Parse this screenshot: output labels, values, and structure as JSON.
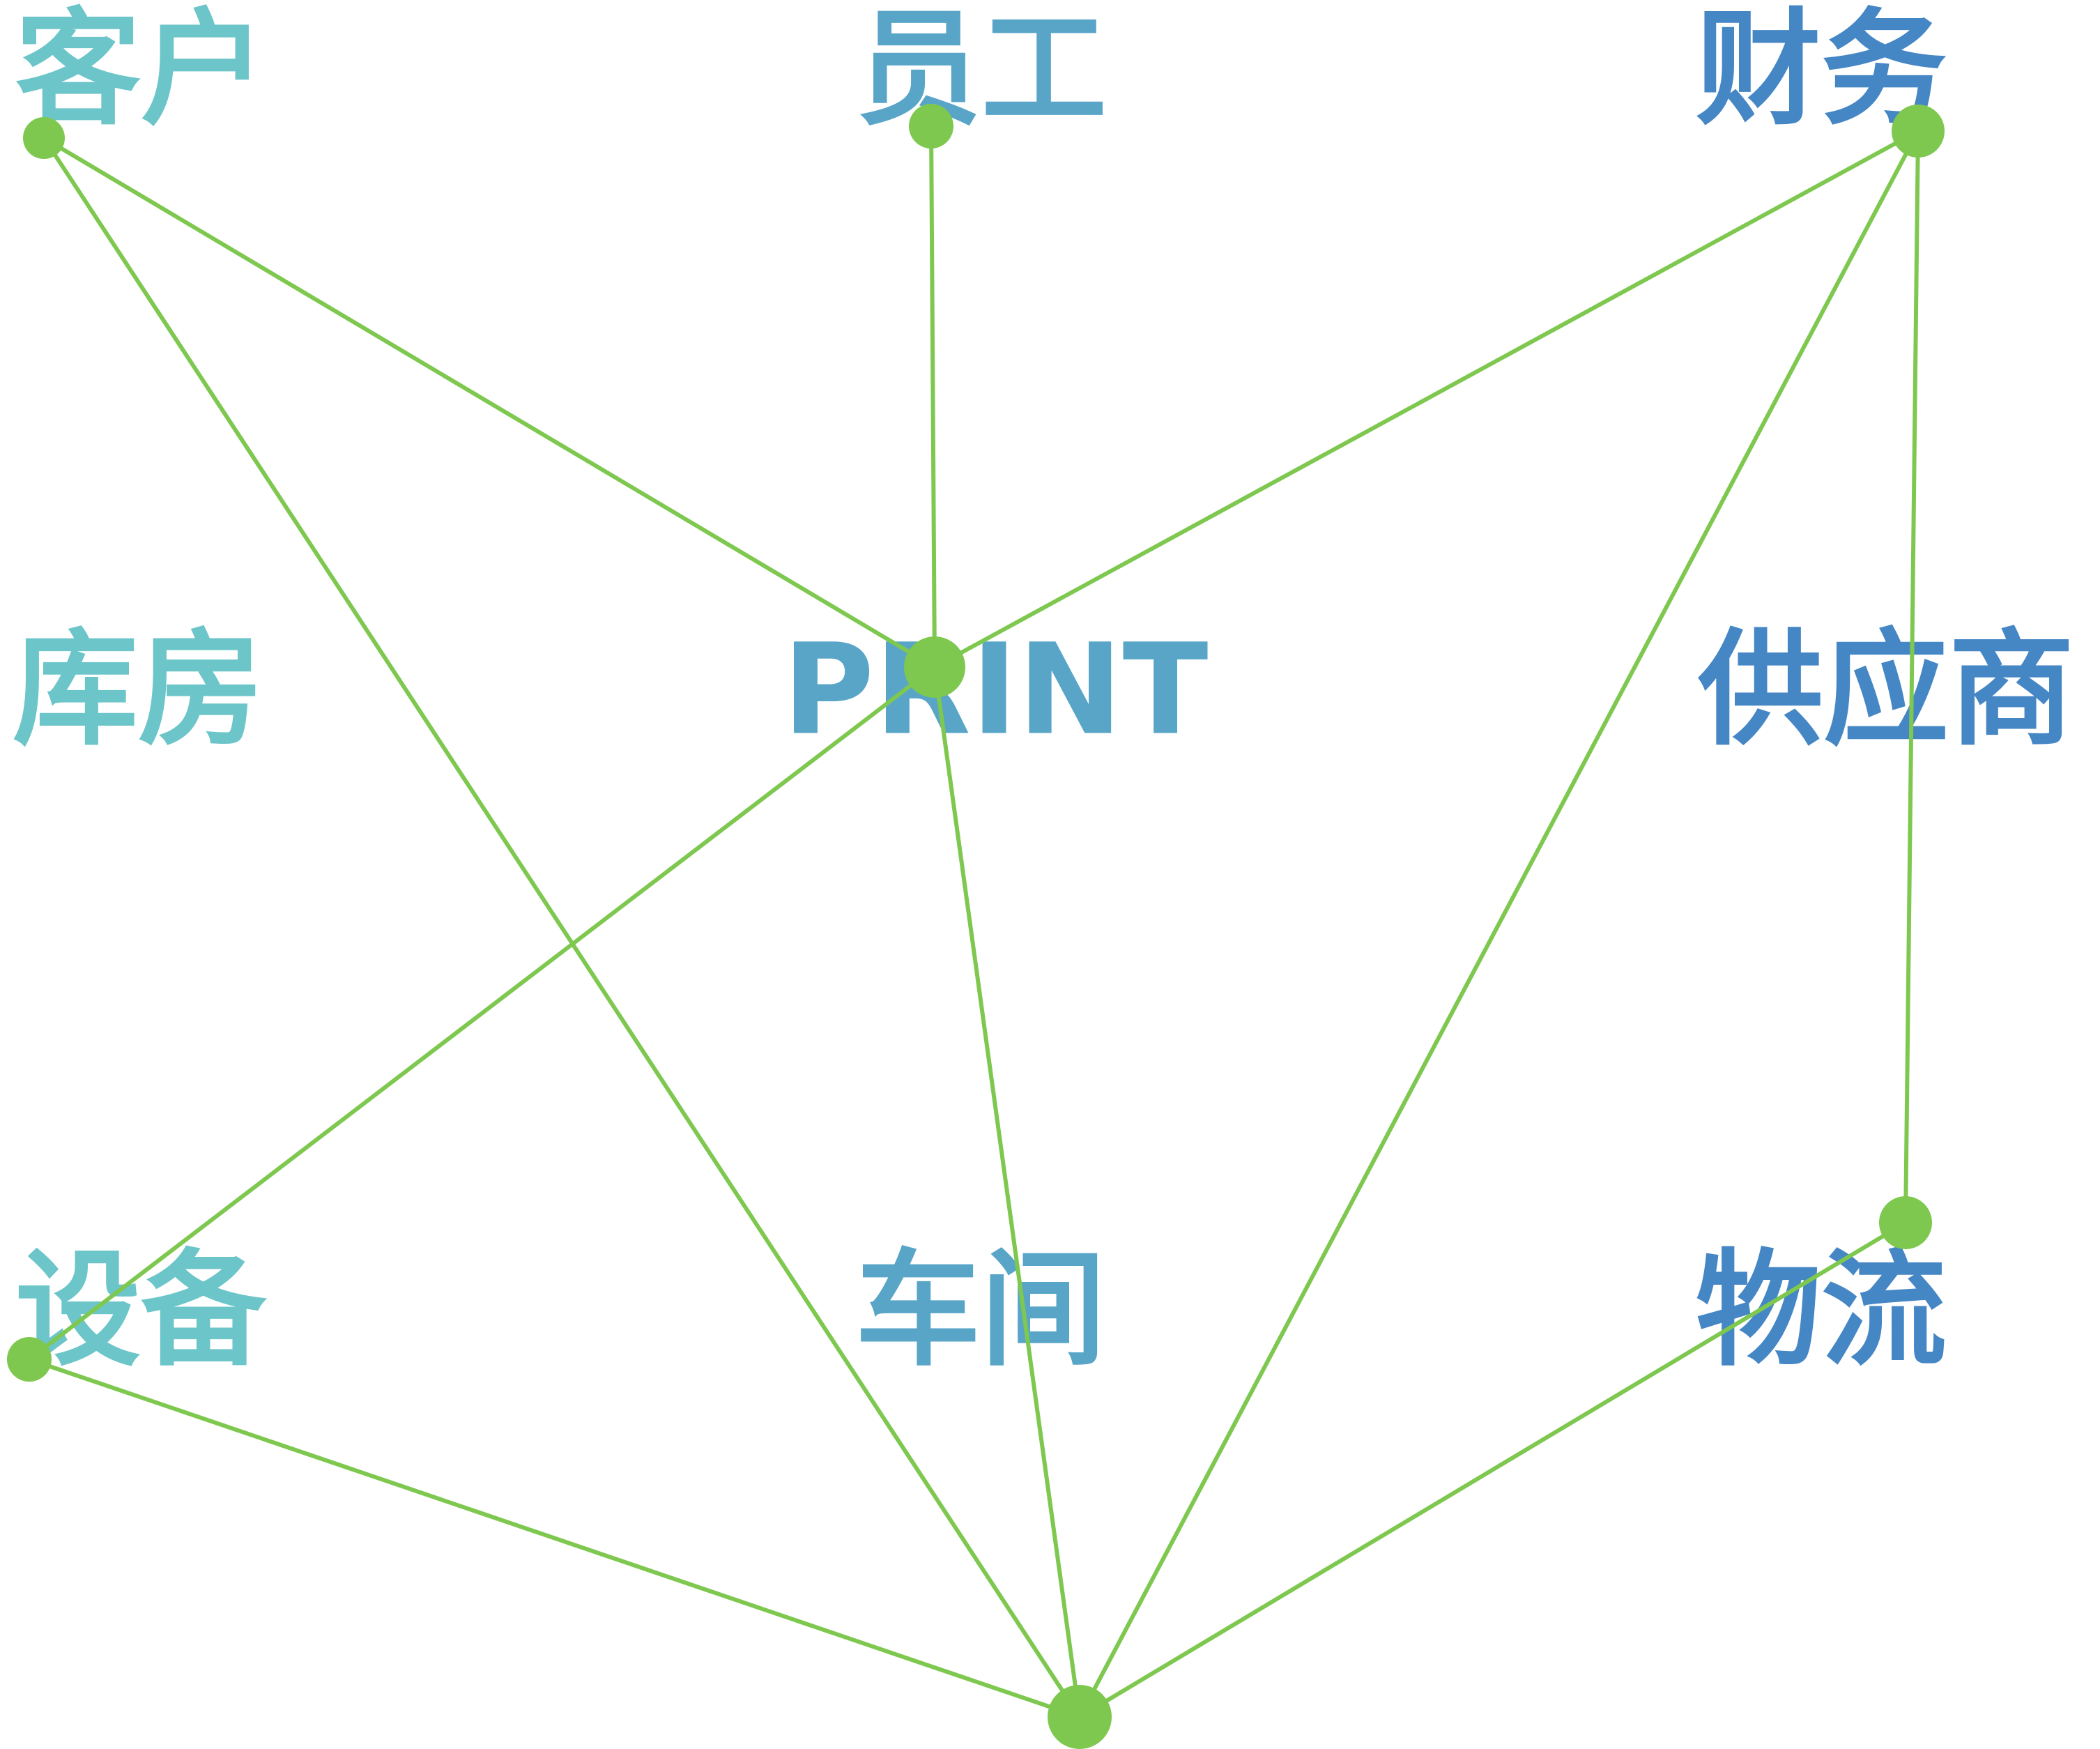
{
  "labels": {
    "customer": "客户",
    "staff": "员工",
    "finance": "财务",
    "warehouse": "库房",
    "center": "PRINT",
    "supplier": "供应商",
    "equipment": "设备",
    "workshop": "车间",
    "logistics": "物流"
  },
  "colors": {
    "left": "#6cc5c8",
    "middle": "#58a5c8",
    "right": "#4586c5",
    "network": "#7ec850"
  }
}
